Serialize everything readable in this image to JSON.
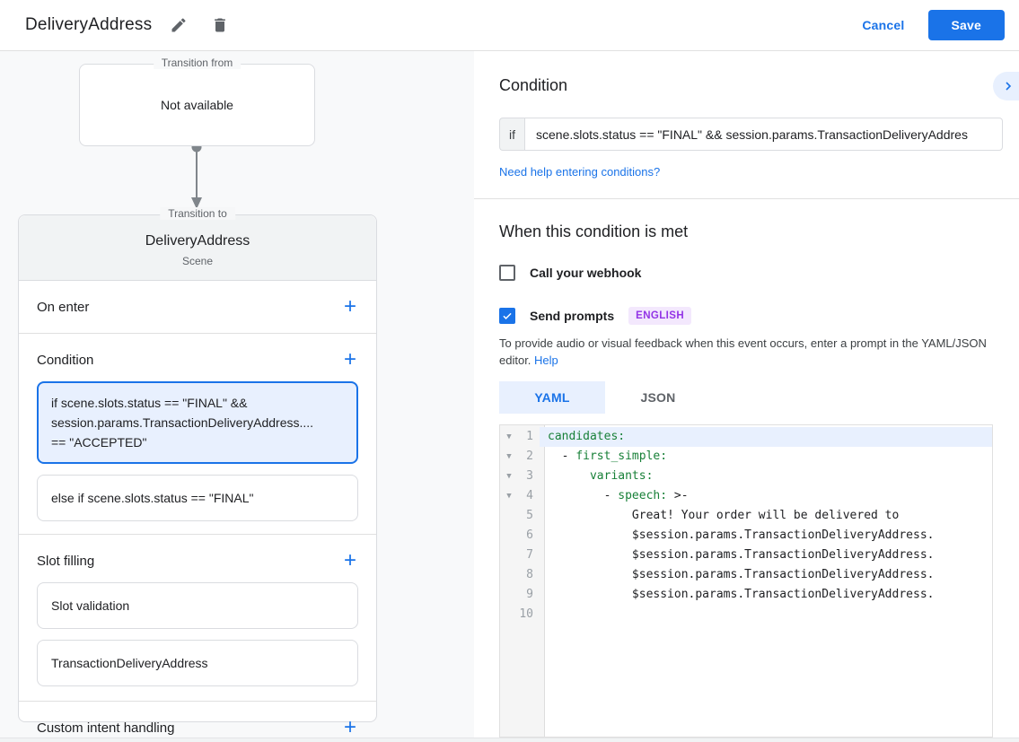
{
  "colors": {
    "accent": "#1a73e8",
    "selected_bg": "#e8f0fe",
    "code_key": "#188038",
    "badge_bg": "#f3e8fd",
    "badge_text": "#9334e6"
  },
  "icons": {
    "plus": "+",
    "fold_arrow": "▼",
    "edit": "pencil-icon",
    "delete": "trash-icon",
    "collapse": "chevron-right-icon"
  },
  "header": {
    "title": "DeliveryAddress",
    "cancel_label": "Cancel",
    "save_label": "Save"
  },
  "diagram": {
    "transition_from": {
      "legend": "Transition from",
      "value": "Not available"
    },
    "transition_to": {
      "legend": "Transition to",
      "title": "DeliveryAddress",
      "subtitle": "Scene"
    },
    "on_enter_label": "On enter",
    "condition_label": "Condition",
    "selected_condition": "if scene.slots.status == \"FINAL\" &&\nsession.params.TransactionDeliveryAddress....\n== \"ACCEPTED\"",
    "else_condition": "else if scene.slots.status == \"FINAL\"",
    "slot_filling_label": "Slot filling",
    "slot_items": [
      "Slot validation",
      "TransactionDeliveryAddress"
    ],
    "custom_intent_label": "Custom intent handling"
  },
  "panel": {
    "condition_title": "Condition",
    "if_label": "if",
    "condition_value": "scene.slots.status == \"FINAL\" && session.params.TransactionDeliveryAddres",
    "help_link": "Need help entering conditions?",
    "when_met_title": "When this condition is met",
    "webhook_label": "Call your webhook",
    "send_prompts_label": "Send prompts",
    "language_badge": "ENGLISH",
    "description": "To provide audio or visual feedback when this event occurs, enter a prompt in the YAML/JSON editor.",
    "help_label": "Help",
    "tabs": [
      {
        "label": "YAML",
        "active": true
      },
      {
        "label": "JSON",
        "active": false
      }
    ]
  },
  "editor": {
    "lines": [
      {
        "num": 1,
        "fold": true,
        "highlight": true,
        "segments": [
          {
            "t": "candidates:",
            "c": "key"
          }
        ]
      },
      {
        "num": 2,
        "fold": true,
        "segments": [
          {
            "t": "  - ",
            "c": "plain"
          },
          {
            "t": "first_simple:",
            "c": "key"
          }
        ]
      },
      {
        "num": 3,
        "fold": true,
        "segments": [
          {
            "t": "      ",
            "c": "plain"
          },
          {
            "t": "variants:",
            "c": "key"
          }
        ]
      },
      {
        "num": 4,
        "fold": true,
        "segments": [
          {
            "t": "        - ",
            "c": "plain"
          },
          {
            "t": "speech:",
            "c": "key"
          },
          {
            "t": " >-",
            "c": "plain"
          }
        ]
      },
      {
        "num": 5,
        "segments": [
          {
            "t": "            Great! Your order will be delivered to",
            "c": "plain"
          }
        ]
      },
      {
        "num": 6,
        "segments": [
          {
            "t": "            $session.params.TransactionDeliveryAddress.",
            "c": "plain"
          }
        ]
      },
      {
        "num": 7,
        "segments": [
          {
            "t": "            $session.params.TransactionDeliveryAddress.",
            "c": "plain"
          }
        ]
      },
      {
        "num": 8,
        "segments": [
          {
            "t": "            $session.params.TransactionDeliveryAddress.",
            "c": "plain"
          }
        ]
      },
      {
        "num": 9,
        "segments": [
          {
            "t": "            $session.params.TransactionDeliveryAddress.",
            "c": "plain"
          }
        ]
      },
      {
        "num": 10,
        "segments": []
      }
    ]
  }
}
